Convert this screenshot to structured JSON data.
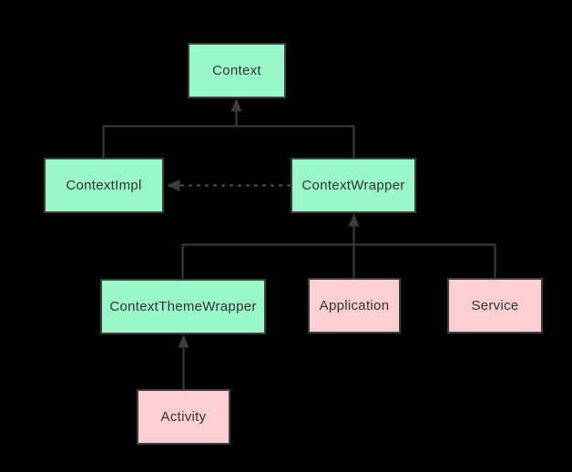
{
  "diagram": {
    "description": "Class hierarchy diagram of Android Context classes on black background",
    "nodes": [
      {
        "id": "context",
        "label": "Context",
        "kind": "abstract-class",
        "fill": "#9af7c8"
      },
      {
        "id": "contextimpl",
        "label": "ContextImpl",
        "kind": "class",
        "fill": "#9af7c8"
      },
      {
        "id": "contextwrapper",
        "label": "ContextWrapper",
        "kind": "class",
        "fill": "#9af7c8"
      },
      {
        "id": "contextthemewrapper",
        "label": "ContextThemeWrapper",
        "kind": "class",
        "fill": "#9af7c8"
      },
      {
        "id": "application",
        "label": "Application",
        "kind": "component",
        "fill": "#fccfd2"
      },
      {
        "id": "service",
        "label": "Service",
        "kind": "component",
        "fill": "#fccfd2"
      },
      {
        "id": "activity",
        "label": "Activity",
        "kind": "component",
        "fill": "#fccfd2"
      }
    ],
    "edges": [
      {
        "from": "ContextImpl",
        "to": "Context",
        "line": "solid",
        "arrow": "filled-triangle-at-target"
      },
      {
        "from": "ContextWrapper",
        "to": "Context",
        "line": "solid",
        "arrow": "filled-triangle-at-target"
      },
      {
        "from": "ContextThemeWrapper",
        "to": "ContextWrapper",
        "line": "solid",
        "arrow": "filled-triangle-at-target"
      },
      {
        "from": "Application",
        "to": "ContextWrapper",
        "line": "solid",
        "arrow": "filled-triangle-at-target"
      },
      {
        "from": "Service",
        "to": "ContextWrapper",
        "line": "solid",
        "arrow": "filled-triangle-at-target"
      },
      {
        "from": "Activity",
        "to": "ContextThemeWrapper",
        "line": "solid",
        "arrow": "filled-triangle-at-target"
      },
      {
        "from": "ContextWrapper",
        "to": "ContextImpl",
        "line": "dashed",
        "arrow": "filled-triangle-at-target"
      }
    ],
    "colors": {
      "background": "#000000",
      "class_fill": "#9af7c8",
      "component_fill": "#fccfd2",
      "node_border": "#3d3d3d",
      "edge_line": "#3d3d3d",
      "edge_dash": "#525252",
      "node_text": "#333333"
    }
  }
}
